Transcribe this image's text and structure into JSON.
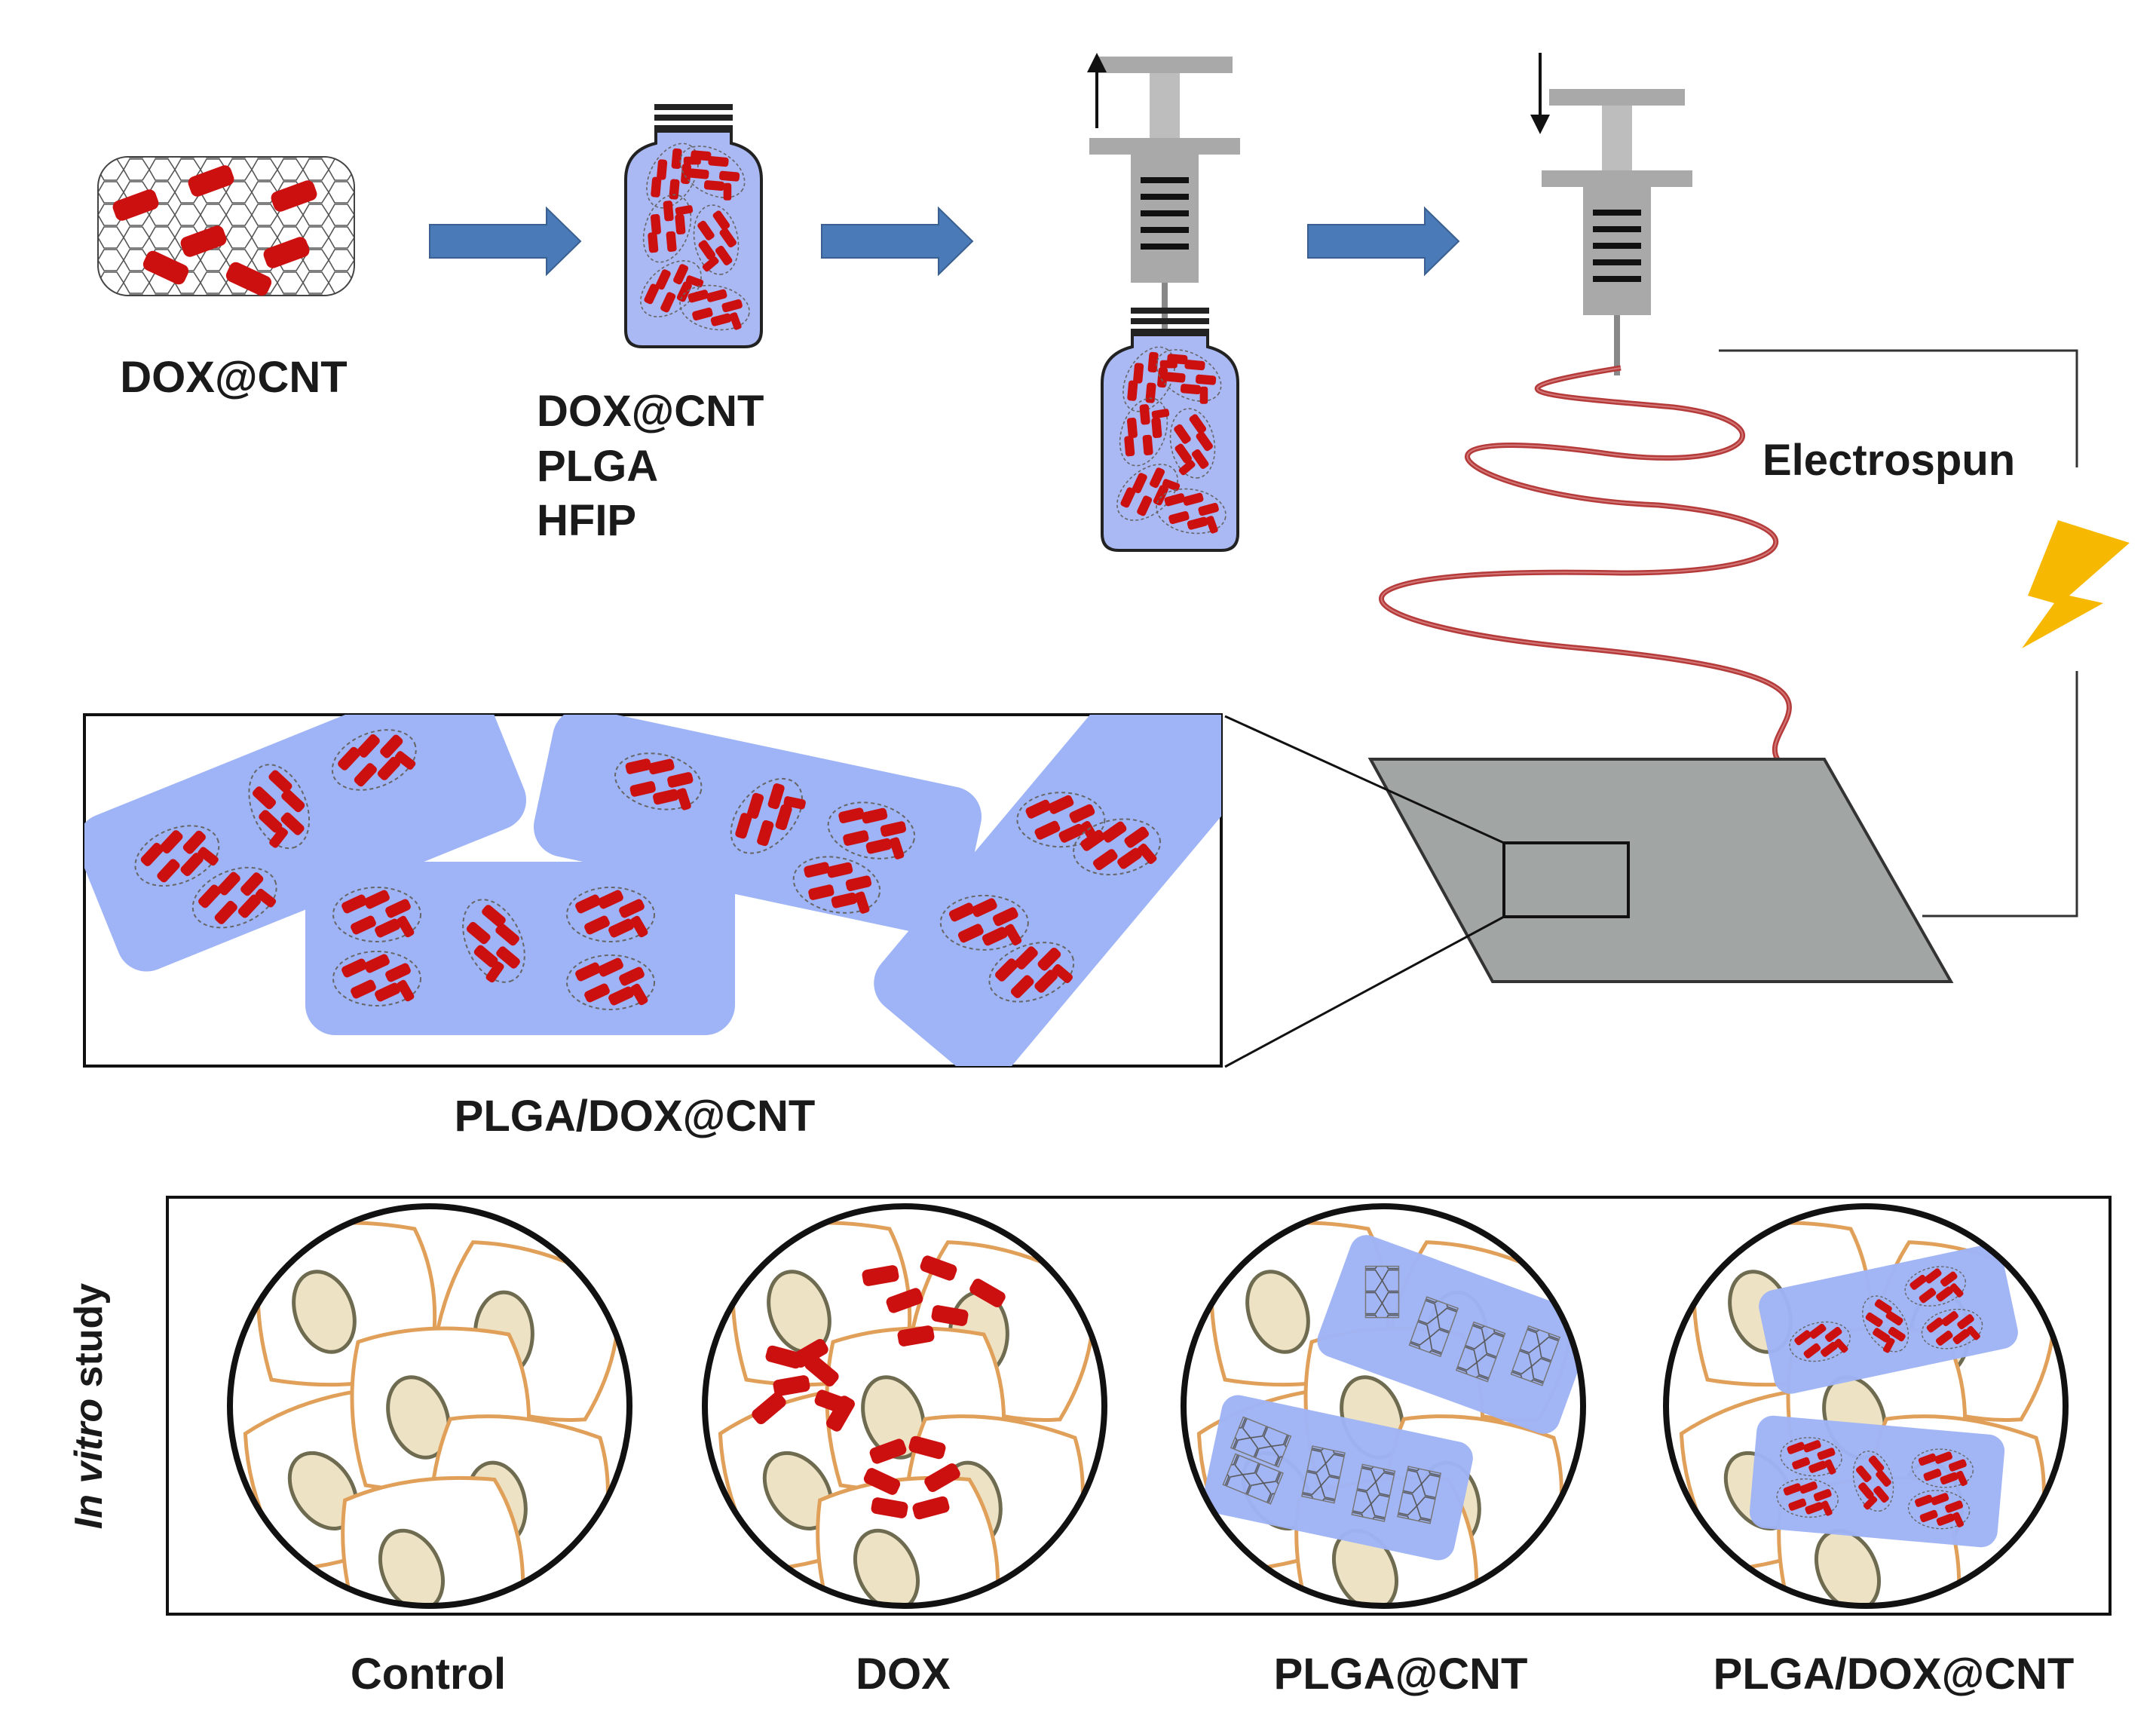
{
  "labels": {
    "dox_cnt": "DOX@CNT",
    "mixture": [
      "DOX@CNT",
      "PLGA",
      "HFIP"
    ],
    "electrospun": "Electrospun",
    "fiber_mat": "PLGA/DOX@CNT",
    "in_vitro_italic": "In vitro",
    "in_vitro_rest": " study"
  },
  "groups": [
    "Control",
    "DOX",
    "PLGA@CNT",
    "PLGA/DOX@CNT"
  ],
  "colors": {
    "arrow": "#4a7ab8",
    "vial": "#aab8f4",
    "fiber_patch": "#9fb4f6",
    "drug_red": "#cc1010",
    "spun_fiber": "#b53a3a",
    "collector": "#a1a5a4",
    "syringe": "#a9a9a9",
    "cell_outline": "#e0a05a",
    "nucleus_fill": "#ede3c4",
    "nucleus_edge": "#6e6b50",
    "lightning": "#f6b800"
  },
  "icons": [
    "arrow-icon",
    "vial-icon",
    "syringe-icon",
    "lightning-icon",
    "collector-icon",
    "cell-well-icon"
  ]
}
